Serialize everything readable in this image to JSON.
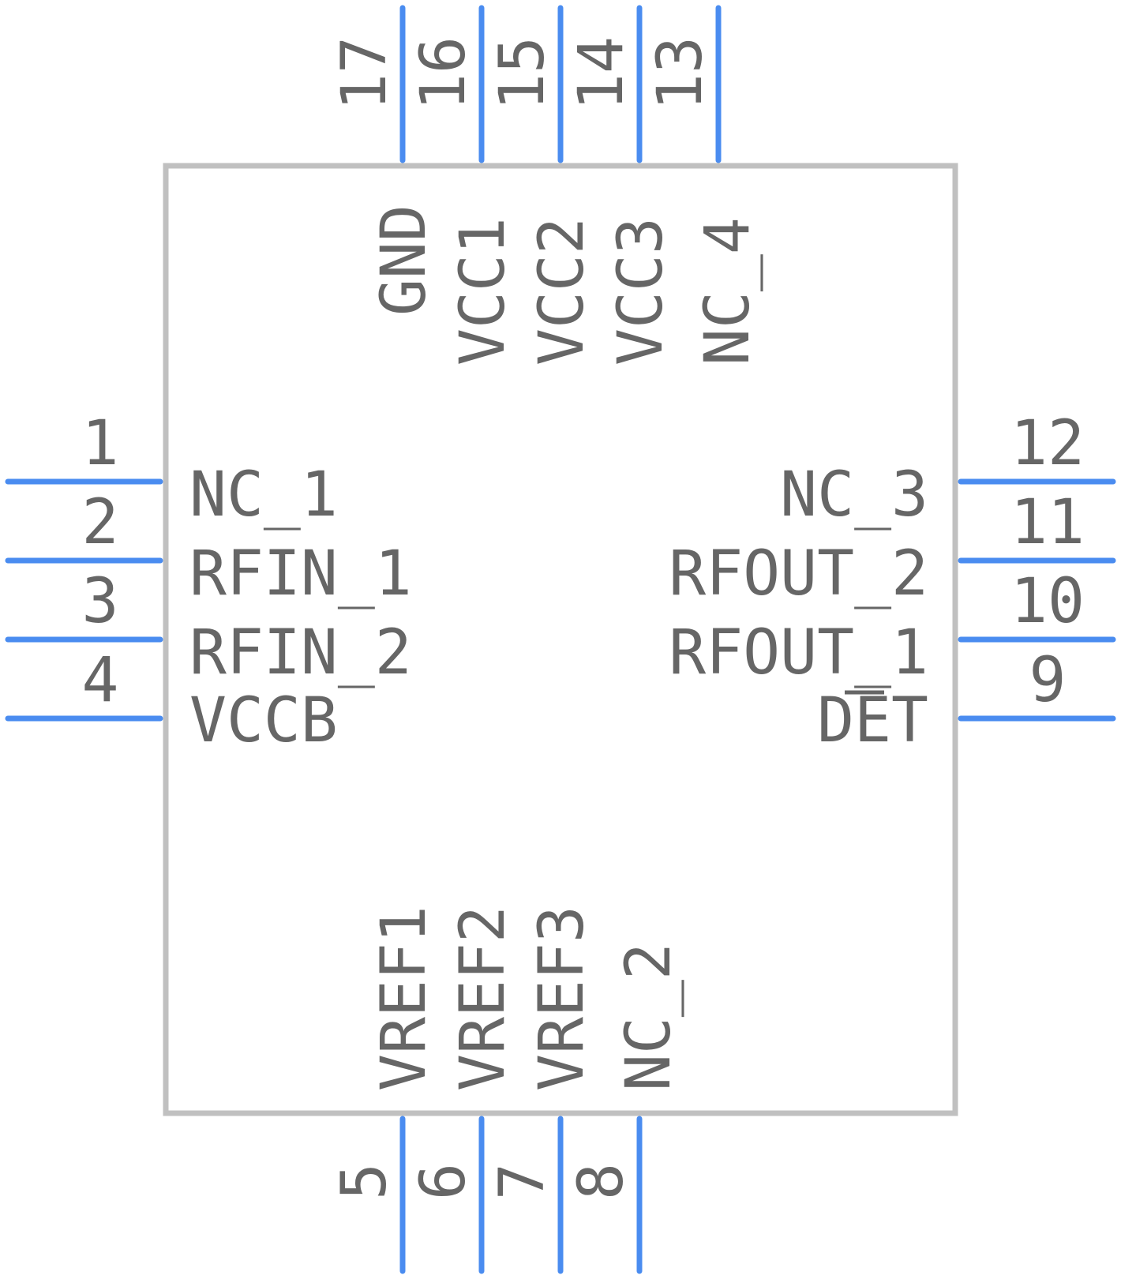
{
  "colors": {
    "pin_line": "#4a8cf0",
    "body_outline": "#c0c0c0",
    "text": "#666666"
  },
  "left_pins": [
    {
      "number": "1",
      "name": "NC_1"
    },
    {
      "number": "2",
      "name": "RFIN_1"
    },
    {
      "number": "3",
      "name": "RFIN_2"
    },
    {
      "number": "4",
      "name": "VCCB"
    }
  ],
  "right_pins": [
    {
      "number": "12",
      "name": "NC_3"
    },
    {
      "number": "11",
      "name": "RFOUT_2"
    },
    {
      "number": "10",
      "name": "RFOUT_1"
    },
    {
      "number": "9",
      "name": "DET"
    }
  ],
  "top_pins": [
    {
      "number": "17",
      "name": "GND"
    },
    {
      "number": "16",
      "name": "VCC1"
    },
    {
      "number": "15",
      "name": "VCC2"
    },
    {
      "number": "14",
      "name": "VCC3"
    },
    {
      "number": "13",
      "name": "NC_4"
    }
  ],
  "bottom_pins": [
    {
      "number": "5",
      "name": "VREF1"
    },
    {
      "number": "6",
      "name": "VREF2"
    },
    {
      "number": "7",
      "name": "VREF3"
    },
    {
      "number": "8",
      "name": "NC_2"
    }
  ]
}
